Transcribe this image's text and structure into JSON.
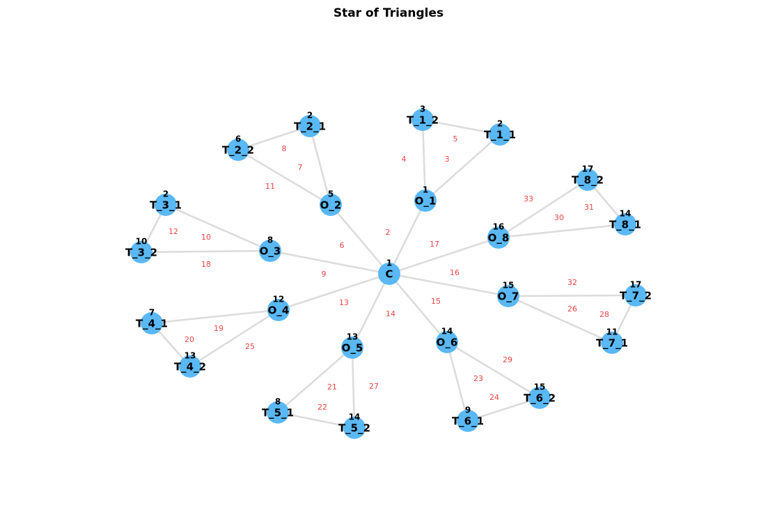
{
  "title": "Star of Triangles",
  "colors": {
    "node": "#5ab8f5",
    "edge": "#dcdcdc",
    "edge_label": "#ee4444"
  },
  "nodes": [
    {
      "id": "C",
      "label": "C",
      "value": "1"
    },
    {
      "id": "O_1",
      "label": "O_1",
      "value": "1"
    },
    {
      "id": "O_2",
      "label": "O_2",
      "value": "5"
    },
    {
      "id": "O_3",
      "label": "O_3",
      "value": "8"
    },
    {
      "id": "O_4",
      "label": "O_4",
      "value": "12"
    },
    {
      "id": "O_5",
      "label": "O_5",
      "value": "13"
    },
    {
      "id": "O_6",
      "label": "O_6",
      "value": "14"
    },
    {
      "id": "O_7",
      "label": "O_7",
      "value": "15"
    },
    {
      "id": "O_8",
      "label": "O_8",
      "value": "16"
    },
    {
      "id": "T_1_1",
      "label": "T_1_1",
      "value": "2"
    },
    {
      "id": "T_1_2",
      "label": "T_1_2",
      "value": "3"
    },
    {
      "id": "T_2_1",
      "label": "T_2_1",
      "value": "2"
    },
    {
      "id": "T_2_2",
      "label": "T_2_2",
      "value": "6"
    },
    {
      "id": "T_3_1",
      "label": "T_3_1",
      "value": "2"
    },
    {
      "id": "T_3_2",
      "label": "T_3_2",
      "value": "10"
    },
    {
      "id": "T_4_1",
      "label": "T_4_1",
      "value": "7"
    },
    {
      "id": "T_4_2",
      "label": "T_4_2",
      "value": "13"
    },
    {
      "id": "T_5_1",
      "label": "T_5_1",
      "value": "8"
    },
    {
      "id": "T_5_2",
      "label": "T_5_2",
      "value": "14"
    },
    {
      "id": "T_6_1",
      "label": "T_6_1",
      "value": "9"
    },
    {
      "id": "T_6_2",
      "label": "T_6_2",
      "value": "15"
    },
    {
      "id": "T_7_1",
      "label": "T_7_1",
      "value": "11"
    },
    {
      "id": "T_7_2",
      "label": "T_7_2",
      "value": "17"
    },
    {
      "id": "T_8_1",
      "label": "T_8_1",
      "value": "14"
    },
    {
      "id": "T_8_2",
      "label": "T_8_2",
      "value": "17"
    }
  ],
  "edges": [
    {
      "source": "C",
      "target": "O_1",
      "label": "2"
    },
    {
      "source": "O_1",
      "target": "T_1_1",
      "label": "3"
    },
    {
      "source": "O_1",
      "target": "T_1_2",
      "label": "4"
    },
    {
      "source": "T_1_1",
      "target": "T_1_2",
      "label": "5"
    },
    {
      "source": "C",
      "target": "O_2",
      "label": "6"
    },
    {
      "source": "O_2",
      "target": "T_2_1",
      "label": "7"
    },
    {
      "source": "T_2_1",
      "target": "T_2_2",
      "label": "8"
    },
    {
      "source": "O_2",
      "target": "T_2_2",
      "label": "11"
    },
    {
      "source": "C",
      "target": "O_3",
      "label": "9"
    },
    {
      "source": "O_3",
      "target": "T_3_1",
      "label": "10"
    },
    {
      "source": "T_3_1",
      "target": "T_3_2",
      "label": "12"
    },
    {
      "source": "O_3",
      "target": "T_3_2",
      "label": "18"
    },
    {
      "source": "C",
      "target": "O_4",
      "label": "13"
    },
    {
      "source": "O_4",
      "target": "T_4_1",
      "label": "19"
    },
    {
      "source": "T_4_1",
      "target": "T_4_2",
      "label": "20"
    },
    {
      "source": "O_4",
      "target": "T_4_2",
      "label": "25"
    },
    {
      "source": "C",
      "target": "O_5",
      "label": "14"
    },
    {
      "source": "O_5",
      "target": "T_5_1",
      "label": "21"
    },
    {
      "source": "T_5_1",
      "target": "T_5_2",
      "label": "22"
    },
    {
      "source": "O_5",
      "target": "T_5_2",
      "label": "27"
    },
    {
      "source": "C",
      "target": "O_6",
      "label": "15"
    },
    {
      "source": "O_6",
      "target": "T_6_1",
      "label": "23"
    },
    {
      "source": "T_6_1",
      "target": "T_6_2",
      "label": "24"
    },
    {
      "source": "O_6",
      "target": "T_6_2",
      "label": "29"
    },
    {
      "source": "C",
      "target": "O_7",
      "label": "16"
    },
    {
      "source": "O_7",
      "target": "T_7_1",
      "label": "26"
    },
    {
      "source": "T_7_1",
      "target": "T_7_2",
      "label": "28"
    },
    {
      "source": "O_7",
      "target": "T_7_2",
      "label": "32"
    },
    {
      "source": "C",
      "target": "O_8",
      "label": "17"
    },
    {
      "source": "O_8",
      "target": "T_8_1",
      "label": "30"
    },
    {
      "source": "T_8_1",
      "target": "T_8_2",
      "label": "31"
    },
    {
      "source": "O_8",
      "target": "T_8_2",
      "label": "33"
    }
  ]
}
